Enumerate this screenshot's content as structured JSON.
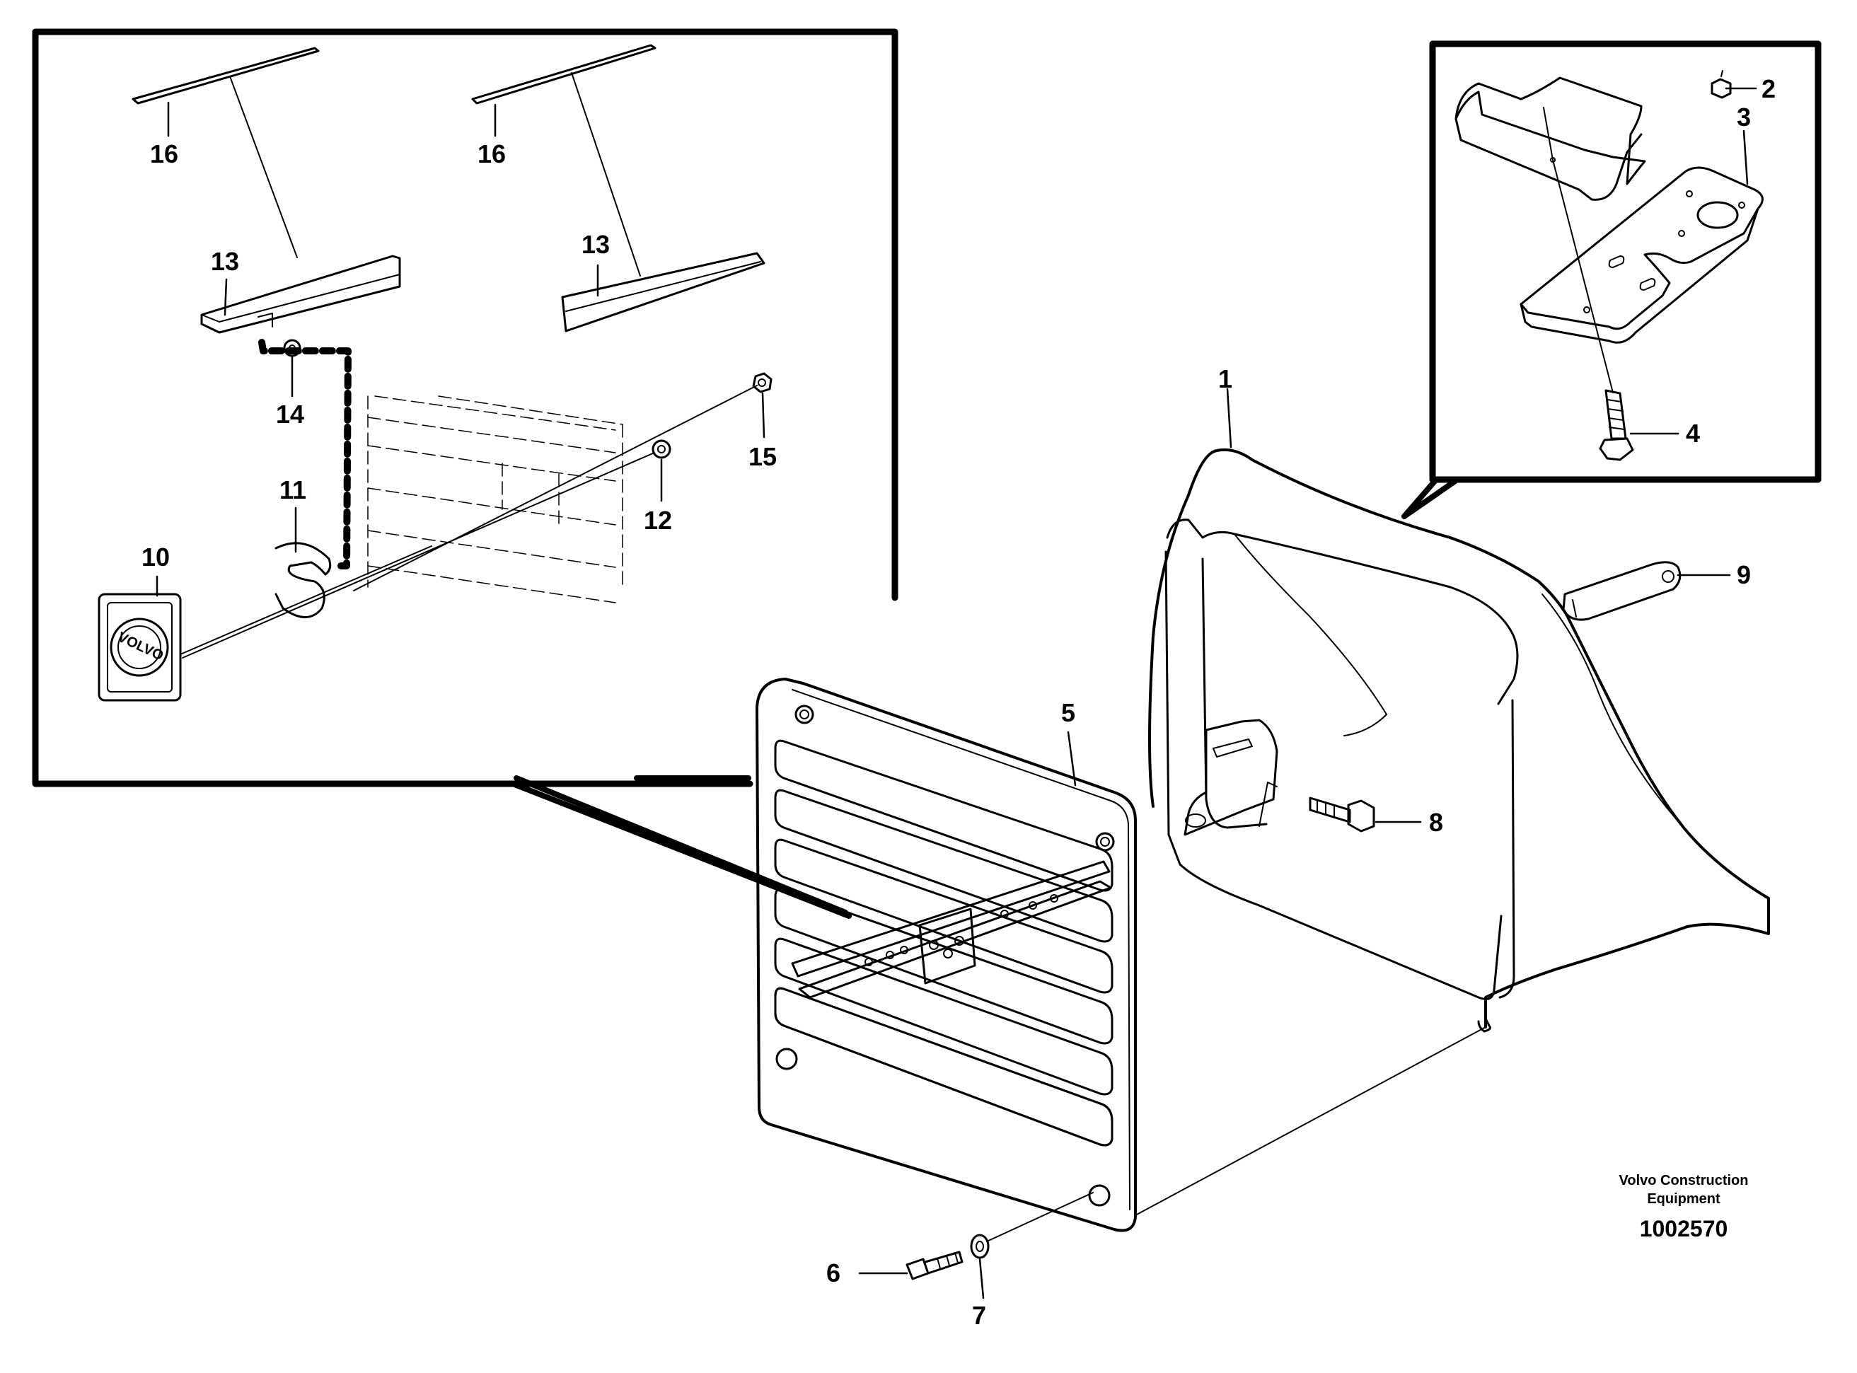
{
  "callouts": {
    "p1": "1",
    "p2": "2",
    "p3": "3",
    "p4": "4",
    "p5": "5",
    "p6": "6",
    "p7": "7",
    "p8": "8",
    "p9": "9",
    "p10": "10",
    "p11": "11",
    "p12": "12",
    "p13a": "13",
    "p13b": "13",
    "p14": "14",
    "p15": "15",
    "p16a": "16",
    "p16b": "16"
  },
  "credit": {
    "line1": "Volvo Construction",
    "line2": "Equipment"
  },
  "drawing_number": "1002570",
  "logo_text": "VOLVO"
}
